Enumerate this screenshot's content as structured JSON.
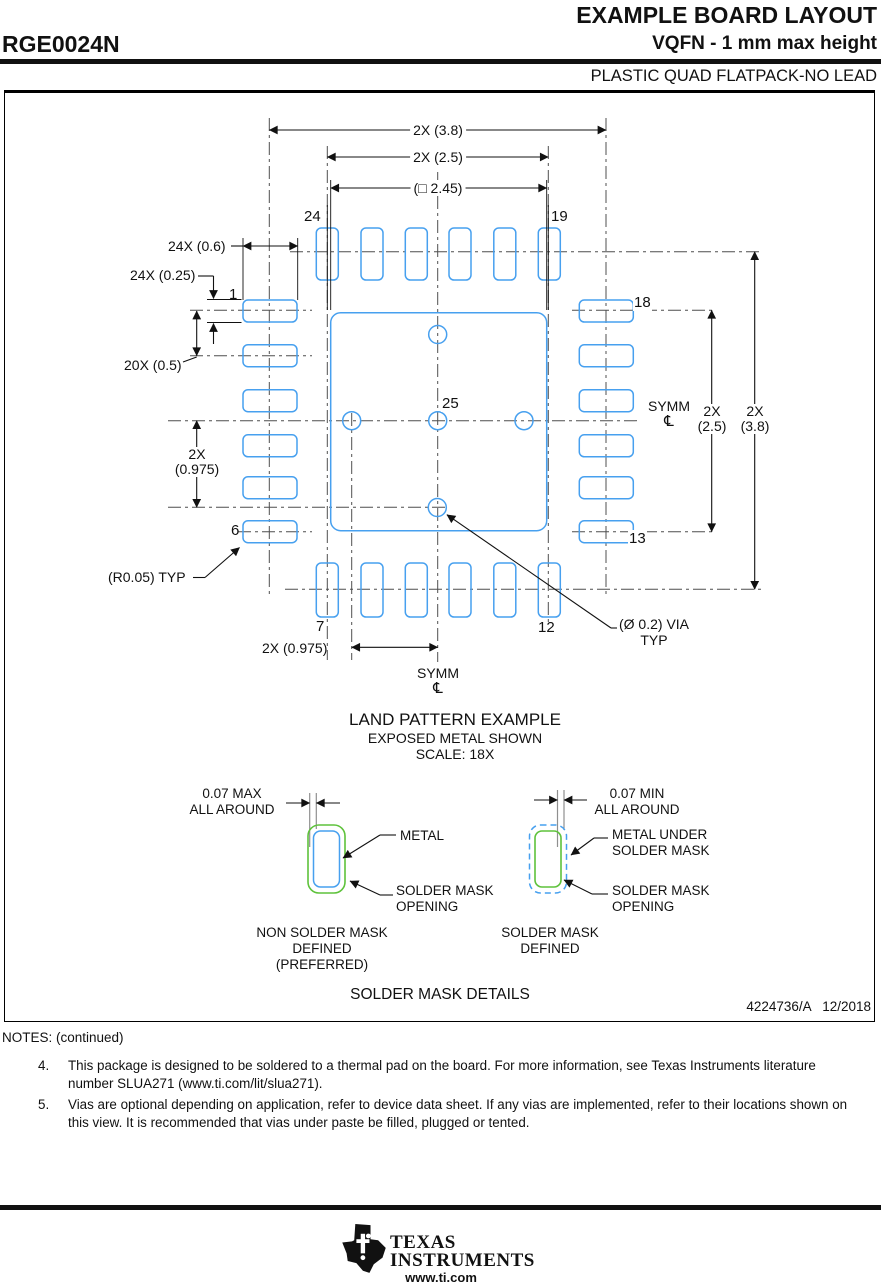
{
  "header": {
    "title": "EXAMPLE BOARD LAYOUT",
    "part_number": "RGE0024N",
    "subtitle": "VQFN - 1 mm max height",
    "package_type": "PLASTIC QUAD FLATPACK-NO LEAD"
  },
  "diagram": {
    "dims": {
      "top_38": "2X (3.8)",
      "top_25": "2X (2.5)",
      "top_245": "(□ 2.45)",
      "d24x06": "24X (0.6)",
      "d24x025": "24X (0.25)",
      "d20x05": "20X (0.5)",
      "left0975_1": "2X",
      "left0975_2": "(0.975)",
      "bottom0975": "2X (0.975)",
      "right25_1": "2X",
      "right25_2": "(2.5)",
      "right38_1": "2X",
      "right38_2": "(3.8)",
      "r005": "(R0.05) TYP",
      "via_1": "(Ø 0.2) VIA",
      "via_2": "TYP",
      "symm": "SYMM",
      "cl_symbol": "℄"
    },
    "pins": {
      "p1": "1",
      "p6": "6",
      "p7": "7",
      "p12": "12",
      "p13": "13",
      "p18": "18",
      "p19": "19",
      "p24": "24",
      "p25": "25"
    },
    "caption": {
      "line1": "LAND PATTERN EXAMPLE",
      "line2": "EXPOSED METAL SHOWN",
      "line3": "SCALE: 18X"
    }
  },
  "solder_mask": {
    "left": {
      "dim1": "0.07 MAX",
      "dim2": "ALL AROUND",
      "metal": "METAL",
      "opening1": "SOLDER MASK",
      "opening2": "OPENING",
      "caption1": "NON SOLDER MASK",
      "caption2": "DEFINED",
      "caption3": "(PREFERRED)"
    },
    "right": {
      "dim1": "0.07 MIN",
      "dim2": "ALL AROUND",
      "metal1": "METAL UNDER",
      "metal2": "SOLDER MASK",
      "opening1": "SOLDER MASK",
      "opening2": "OPENING",
      "caption1": "SOLDER MASK",
      "caption2": "DEFINED"
    },
    "title": "SOLDER MASK DETAILS"
  },
  "doc_number": "4224736/A   12/2018",
  "notes": {
    "heading": "NOTES: (continued)",
    "items": [
      {
        "num": "4.",
        "text": "This package is designed to be soldered to a thermal pad on the board. For more information, see Texas Instruments literature number SLUA271 (www.ti.com/lit/slua271)."
      },
      {
        "num": "5.",
        "text": "Vias are optional depending on application, refer to device data sheet. If any vias are implemented, refer to their locations shown on this view. It is recommended that vias under paste be filled, plugged or tented."
      }
    ]
  },
  "footer": {
    "brand1": "Texas",
    "brand2": "Instruments",
    "url": "www.ti.com"
  },
  "colors": {
    "pad_blue": "#47a0ef",
    "mask_green": "#5ec23b",
    "line_dark": "#111111"
  }
}
